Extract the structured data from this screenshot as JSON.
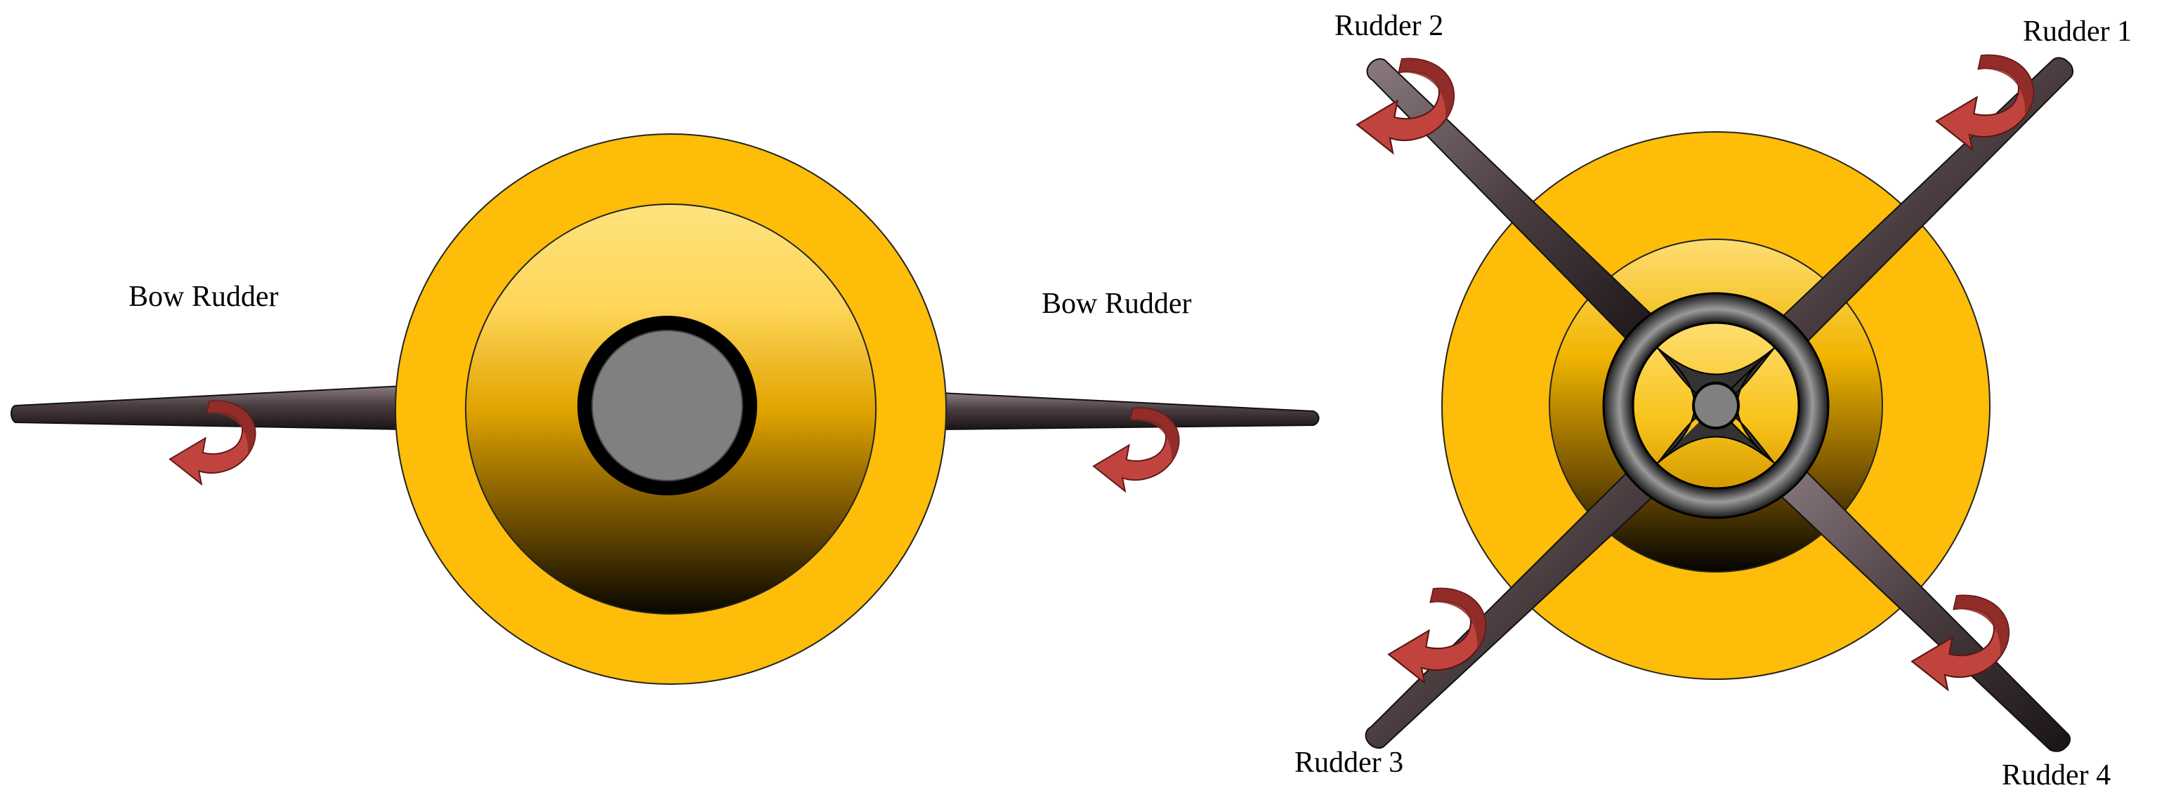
{
  "labels": {
    "bow_left": "Bow Rudder",
    "bow_right": "Bow Rudder",
    "rudder_1": "Rudder 1",
    "rudder_2": "Rudder 2",
    "rudder_3": "Rudder 3",
    "rudder_4": "Rudder 4"
  },
  "colors": {
    "hull_gold": "#fdbd08",
    "hull_gold_light": "#fedd70",
    "hull_shadow": "#000000",
    "hub_gray": "#808080",
    "fin_dark": "#2a2224",
    "fin_light": "#85757a",
    "arrow_red": "#c0443d",
    "arrow_dark": "#7d2220"
  }
}
